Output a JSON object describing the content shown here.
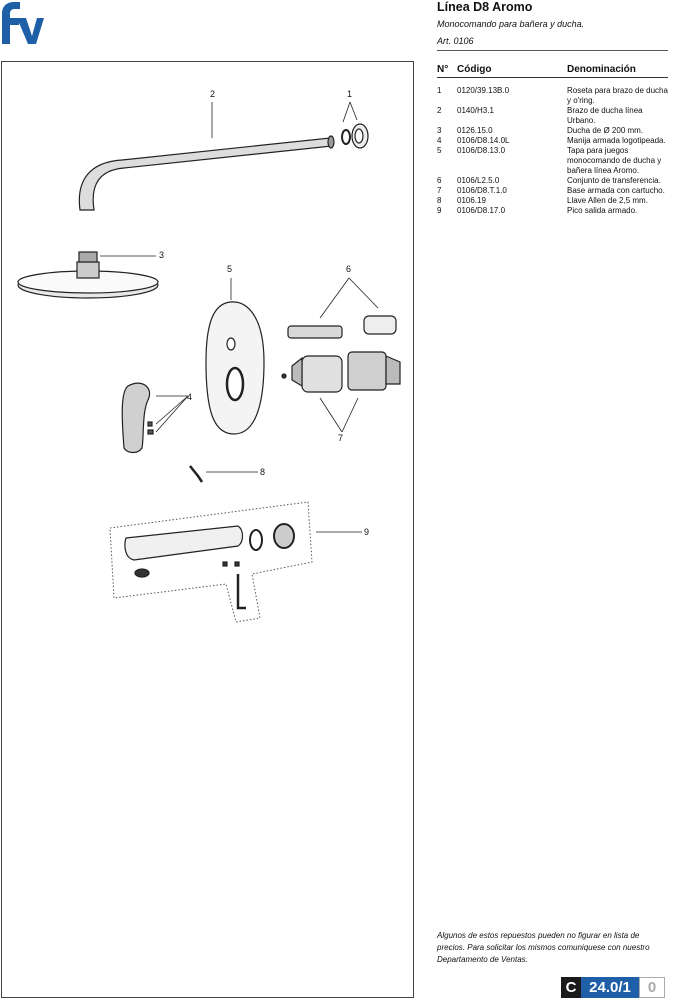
{
  "header": {
    "title": "Línea D8 Aromo",
    "subtitle": "Monocomando para bañera y ducha.",
    "article": "Art. 0106"
  },
  "brand": {
    "logo_text": "fv",
    "color": "#1f5fa8"
  },
  "diagram": {
    "callouts": [
      "1",
      "2",
      "3",
      "4",
      "5",
      "6",
      "7",
      "8",
      "9"
    ]
  },
  "table": {
    "headers": {
      "num": "N°",
      "code": "Código",
      "name": "Denominación"
    },
    "rows": [
      {
        "num": "1",
        "code": "0120/39.13B.0",
        "name": "Roseta para brazo de ducha y o'ring."
      },
      {
        "num": "2",
        "code": "0140/H3.1",
        "name": "Brazo de ducha línea Urbano."
      },
      {
        "num": "3",
        "code": "0126.15.0",
        "name": "Ducha de Ø 200 mm."
      },
      {
        "num": "4",
        "code": "0106/D8.14.0L",
        "name": "Manija armada logotipeada."
      },
      {
        "num": "5",
        "code": "0106/D8.13.0",
        "name": "Tapa para juegos monocomando de ducha y bañera línea Aromo."
      },
      {
        "num": "6",
        "code": "0106/L2.5.0",
        "name": "Conjunto de transferencia."
      },
      {
        "num": "7",
        "code": "0106/D8.T.1.0",
        "name": "Base armada con cartucho."
      },
      {
        "num": "8",
        "code": "0106.19",
        "name": "Llave Allen de 2,5 mm."
      },
      {
        "num": "9",
        "code": "0106/D8.17.0",
        "name": "Pico salida armado."
      }
    ]
  },
  "note": "Algunos de estos repuestos pueden no figurar en lista de precios. Para solicitar los mismos comuniquese con nuestro Departamento de Ventas.",
  "page_tag": {
    "letter": "C",
    "number": "24.0/1",
    "revision": "0"
  }
}
